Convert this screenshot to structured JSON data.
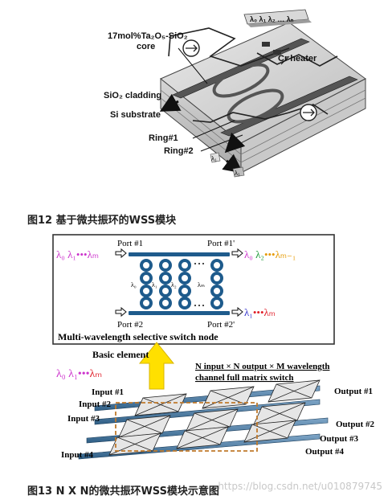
{
  "figure12": {
    "core_label": "17mol%Ta₂O₅-SiO₂",
    "core_label_2": "core",
    "cladding_label": "SiO₂ cladding",
    "substrate_label": "Si substrate",
    "heater_label": "Cr heater",
    "ring1_label": "Ring#1",
    "ring2_label": "Ring#2",
    "input_lambdas": "λ₀ λ₁ λ₂ … λₙ",
    "drop_lambda": "λ₁",
    "drop_lambda_2": "λ₁",
    "caption": "图12 基于微共振环的WSS模块"
  },
  "figure13": {
    "port1": "Port #1",
    "port1p": "Port #1'",
    "port2": "Port #2",
    "port2p": "Port #2'",
    "in_top": "λ₀ λ₁•••λₘ",
    "out_top_a": "λ₀ ",
    "out_top_b": "λ₂",
    "out_top_c": "•••λₘ₋₁",
    "out_bottom_a": "λ₁",
    "out_bottom_b": "•••λₘ",
    "col_l0": "λ₀",
    "col_l1": "λ₁",
    "col_l2": "λ₂",
    "col_lm": "λₘ",
    "node_label": "Multi-wavelength selective switch node",
    "basic_element": "Basic element",
    "matrix_title_1": "N input × N output × M wavelength",
    "matrix_title_2": "channel full matrix switch",
    "in_lambdas_a": "λ₀ λ₁•••",
    "in_lambdas_b": "λₘ",
    "inputs": [
      "Input #1",
      "Input #2",
      "Input #3",
      "Input #4"
    ],
    "outputs": [
      "Output #1",
      "Output #2",
      "Output #3",
      "Output #4"
    ],
    "caption": "图13 N X N的微共振环WSS模块示意图"
  },
  "watermark": "https://blog.csdn.net/u010879745",
  "colors": {
    "lambda_blue": "#3333cc",
    "lambda_magenta": "#cc33cc",
    "lambda_red": "#e0202a",
    "lambda_green": "#1f9a3a",
    "lambda_orange": "#e69a00",
    "arrow_yellow": "#ffe000",
    "ring_blue": "#1e5b8c"
  }
}
